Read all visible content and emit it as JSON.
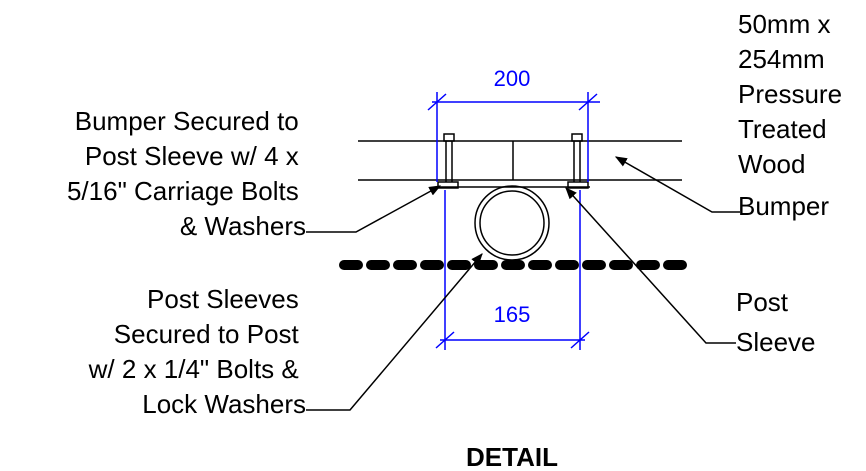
{
  "dimensions": {
    "top": "200",
    "bottom": "165"
  },
  "labels": {
    "bumper_secured": [
      "Bumper Secured to",
      "Post Sleeve w/ 4 x",
      "5/16\" Carriage Bolts",
      "& Washers"
    ],
    "post_sleeves_secured": [
      "Post Sleeves",
      "Secured to Post",
      "w/ 2 x 1/4\" Bolts &",
      "Lock Washers"
    ],
    "wood_bumper": [
      "50mm x",
      "254mm",
      "Pressure",
      "Treated",
      "Wood",
      "Bumper"
    ],
    "post_sleeve": [
      "Post",
      "Sleeve"
    ]
  },
  "title": "DETAIL",
  "colors": {
    "dimension": "#0000ff",
    "lines": "#000000"
  }
}
